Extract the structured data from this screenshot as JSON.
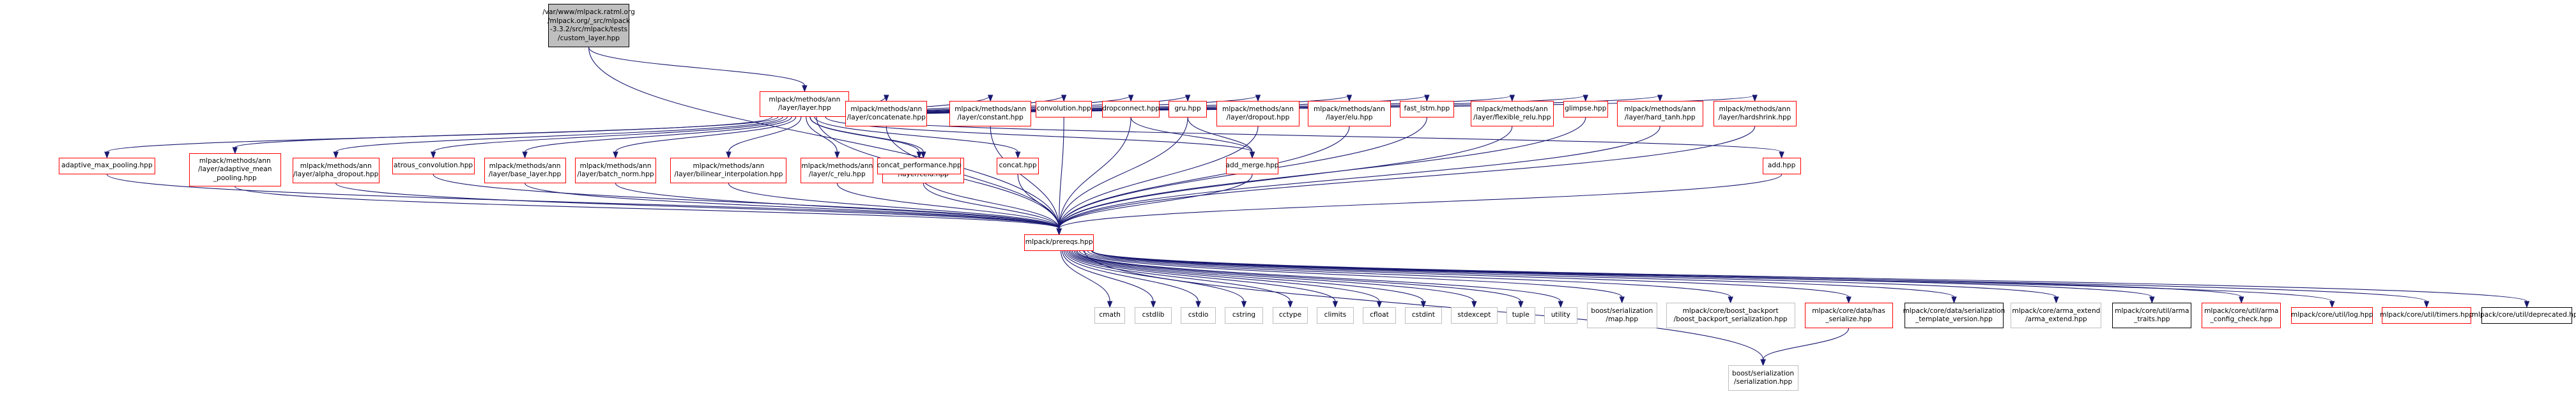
{
  "nodes": [
    {
      "id": "custom_layer",
      "lines": [
        "/var/www/mlpack.ratml.org",
        "/mlpack.org/_src/mlpack",
        "-3.3.2/src/mlpack/tests",
        "/custom_layer.hpp"
      ],
      "style": "root"
    },
    {
      "id": "layer",
      "lines": [
        "mlpack/methods/ann",
        "/layer/layer.hpp"
      ],
      "style": "red"
    },
    {
      "id": "adaptive_max_pooling",
      "lines": [
        "adaptive_max_pooling.hpp"
      ],
      "style": "red"
    },
    {
      "id": "adaptive_mean_pooling",
      "lines": [
        "mlpack/methods/ann",
        "/layer/adaptive_mean",
        "_pooling.hpp"
      ],
      "style": "red"
    },
    {
      "id": "alpha_dropout",
      "lines": [
        "mlpack/methods/ann",
        "/layer/alpha_dropout.hpp"
      ],
      "style": "red"
    },
    {
      "id": "atrous_convolution",
      "lines": [
        "atrous_convolution.hpp"
      ],
      "style": "red"
    },
    {
      "id": "base_layer",
      "lines": [
        "mlpack/methods/ann",
        "/layer/base_layer.hpp"
      ],
      "style": "red"
    },
    {
      "id": "batch_norm",
      "lines": [
        "mlpack/methods/ann",
        "/layer/batch_norm.hpp"
      ],
      "style": "red"
    },
    {
      "id": "bilinear_interpolation",
      "lines": [
        "mlpack/methods/ann",
        "/layer/bilinear_interpolation.hpp"
      ],
      "style": "red"
    },
    {
      "id": "c_relu",
      "lines": [
        "mlpack/methods/ann",
        "/layer/c_relu.hpp"
      ],
      "style": "red"
    },
    {
      "id": "celu",
      "lines": [
        "mlpack/methods/ann",
        "/layer/celu.hpp"
      ],
      "style": "red"
    },
    {
      "id": "concatenate",
      "lines": [
        "mlpack/methods/ann",
        "/layer/concatenate.hpp"
      ],
      "style": "red"
    },
    {
      "id": "concat_performance",
      "lines": [
        "concat_performance.hpp"
      ],
      "style": "red"
    },
    {
      "id": "constant",
      "lines": [
        "mlpack/methods/ann",
        "/layer/constant.hpp"
      ],
      "style": "red"
    },
    {
      "id": "concat",
      "lines": [
        "concat.hpp"
      ],
      "style": "red"
    },
    {
      "id": "convolution",
      "lines": [
        "convolution.hpp"
      ],
      "style": "red"
    },
    {
      "id": "dropconnect",
      "lines": [
        "dropconnect.hpp"
      ],
      "style": "red"
    },
    {
      "id": "gru",
      "lines": [
        "gru.hpp"
      ],
      "style": "red"
    },
    {
      "id": "add_merge",
      "lines": [
        "add_merge.hpp"
      ],
      "style": "red"
    },
    {
      "id": "dropout",
      "lines": [
        "mlpack/methods/ann",
        "/layer/dropout.hpp"
      ],
      "style": "red"
    },
    {
      "id": "elu",
      "lines": [
        "mlpack/methods/ann",
        "/layer/elu.hpp"
      ],
      "style": "red"
    },
    {
      "id": "fast_lstm",
      "lines": [
        "fast_lstm.hpp"
      ],
      "style": "red"
    },
    {
      "id": "flexible_relu",
      "lines": [
        "mlpack/methods/ann",
        "/layer/flexible_relu.hpp"
      ],
      "style": "red"
    },
    {
      "id": "glimpse",
      "lines": [
        "glimpse.hpp"
      ],
      "style": "red"
    },
    {
      "id": "hard_tanh",
      "lines": [
        "mlpack/methods/ann",
        "/layer/hard_tanh.hpp"
      ],
      "style": "red"
    },
    {
      "id": "hardshrink",
      "lines": [
        "mlpack/methods/ann",
        "/layer/hardshrink.hpp"
      ],
      "style": "red"
    },
    {
      "id": "add",
      "lines": [
        "add.hpp"
      ],
      "style": "red"
    },
    {
      "id": "prereqs",
      "lines": [
        "mlpack/prereqs.hpp"
      ],
      "style": "red"
    },
    {
      "id": "cmath",
      "lines": [
        "cmath"
      ],
      "style": "grey"
    },
    {
      "id": "cstdlib",
      "lines": [
        "cstdlib"
      ],
      "style": "grey"
    },
    {
      "id": "cstdio",
      "lines": [
        "cstdio"
      ],
      "style": "grey"
    },
    {
      "id": "cstring",
      "lines": [
        "cstring"
      ],
      "style": "grey"
    },
    {
      "id": "cctype",
      "lines": [
        "cctype"
      ],
      "style": "grey"
    },
    {
      "id": "climits",
      "lines": [
        "climits"
      ],
      "style": "grey"
    },
    {
      "id": "cfloat",
      "lines": [
        "cfloat"
      ],
      "style": "grey"
    },
    {
      "id": "cstdint",
      "lines": [
        "cstdint"
      ],
      "style": "grey"
    },
    {
      "id": "stdexcept",
      "lines": [
        "stdexcept"
      ],
      "style": "grey"
    },
    {
      "id": "tuple",
      "lines": [
        "tuple"
      ],
      "style": "grey"
    },
    {
      "id": "utility",
      "lines": [
        "utility"
      ],
      "style": "grey"
    },
    {
      "id": "boost_map",
      "lines": [
        "boost/serialization",
        "/map.hpp"
      ],
      "style": "grey"
    },
    {
      "id": "boost_backport",
      "lines": [
        "mlpack/core/boost_backport",
        "/boost_backport_serialization.hpp"
      ],
      "style": "grey"
    },
    {
      "id": "has_serialize",
      "lines": [
        "mlpack/core/data/has",
        "_serialize.hpp"
      ],
      "style": "red"
    },
    {
      "id": "serialization_template_version",
      "lines": [
        "mlpack/core/data/serialization",
        "_template_version.hpp"
      ],
      "style": "black"
    },
    {
      "id": "arma_extend",
      "lines": [
        "mlpack/core/arma_extend",
        "/arma_extend.hpp"
      ],
      "style": "grey"
    },
    {
      "id": "arma_traits",
      "lines": [
        "mlpack/core/util/arma",
        "_traits.hpp"
      ],
      "style": "black"
    },
    {
      "id": "arma_config_check",
      "lines": [
        "mlpack/core/util/arma",
        "_config_check.hpp"
      ],
      "style": "red"
    },
    {
      "id": "log",
      "lines": [
        "mlpack/core/util/log.hpp"
      ],
      "style": "red"
    },
    {
      "id": "timers",
      "lines": [
        "mlpack/core/util/timers.hpp"
      ],
      "style": "red"
    },
    {
      "id": "deprecated",
      "lines": [
        "mlpack/core/util/deprecated.hpp"
      ],
      "style": "black"
    },
    {
      "id": "boost_serialization",
      "lines": [
        "boost/serialization",
        "/serialization.hpp"
      ],
      "style": "grey"
    }
  ],
  "edges": [
    [
      "custom_layer",
      "layer"
    ],
    [
      "custom_layer",
      "prereqs"
    ],
    [
      "layer",
      "adaptive_max_pooling"
    ],
    [
      "layer",
      "adaptive_mean_pooling"
    ],
    [
      "layer",
      "alpha_dropout"
    ],
    [
      "layer",
      "atrous_convolution"
    ],
    [
      "layer",
      "base_layer"
    ],
    [
      "layer",
      "batch_norm"
    ],
    [
      "layer",
      "bilinear_interpolation"
    ],
    [
      "layer",
      "c_relu"
    ],
    [
      "layer",
      "celu"
    ],
    [
      "layer",
      "concatenate"
    ],
    [
      "layer",
      "concat_performance"
    ],
    [
      "layer",
      "constant"
    ],
    [
      "layer",
      "concat"
    ],
    [
      "layer",
      "convolution"
    ],
    [
      "layer",
      "dropconnect"
    ],
    [
      "layer",
      "gru"
    ],
    [
      "layer",
      "add_merge"
    ],
    [
      "layer",
      "dropout"
    ],
    [
      "layer",
      "elu"
    ],
    [
      "layer",
      "fast_lstm"
    ],
    [
      "layer",
      "flexible_relu"
    ],
    [
      "layer",
      "glimpse"
    ],
    [
      "layer",
      "hard_tanh"
    ],
    [
      "layer",
      "hardshrink"
    ],
    [
      "layer",
      "add"
    ],
    [
      "layer",
      "prereqs"
    ],
    [
      "adaptive_max_pooling",
      "prereqs"
    ],
    [
      "adaptive_mean_pooling",
      "prereqs"
    ],
    [
      "alpha_dropout",
      "prereqs"
    ],
    [
      "atrous_convolution",
      "prereqs"
    ],
    [
      "base_layer",
      "prereqs"
    ],
    [
      "batch_norm",
      "prereqs"
    ],
    [
      "bilinear_interpolation",
      "prereqs"
    ],
    [
      "c_relu",
      "prereqs"
    ],
    [
      "celu",
      "prereqs"
    ],
    [
      "concatenate",
      "prereqs"
    ],
    [
      "concat_performance",
      "prereqs"
    ],
    [
      "constant",
      "prereqs"
    ],
    [
      "concat",
      "prereqs"
    ],
    [
      "convolution",
      "prereqs"
    ],
    [
      "dropconnect",
      "prereqs"
    ],
    [
      "dropconnect",
      "add_merge"
    ],
    [
      "gru",
      "add_merge"
    ],
    [
      "gru",
      "prereqs"
    ],
    [
      "add_merge",
      "prereqs"
    ],
    [
      "dropout",
      "prereqs"
    ],
    [
      "elu",
      "prereqs"
    ],
    [
      "fast_lstm",
      "prereqs"
    ],
    [
      "flexible_relu",
      "prereqs"
    ],
    [
      "glimpse",
      "prereqs"
    ],
    [
      "hard_tanh",
      "prereqs"
    ],
    [
      "hardshrink",
      "prereqs"
    ],
    [
      "add",
      "prereqs"
    ],
    [
      "prereqs",
      "cmath"
    ],
    [
      "prereqs",
      "cstdlib"
    ],
    [
      "prereqs",
      "cstdio"
    ],
    [
      "prereqs",
      "cstring"
    ],
    [
      "prereqs",
      "cctype"
    ],
    [
      "prereqs",
      "climits"
    ],
    [
      "prereqs",
      "cfloat"
    ],
    [
      "prereqs",
      "cstdint"
    ],
    [
      "prereqs",
      "stdexcept"
    ],
    [
      "prereqs",
      "tuple"
    ],
    [
      "prereqs",
      "utility"
    ],
    [
      "prereqs",
      "boost_map"
    ],
    [
      "prereqs",
      "boost_backport"
    ],
    [
      "prereqs",
      "has_serialize"
    ],
    [
      "prereqs",
      "serialization_template_version"
    ],
    [
      "prereqs",
      "arma_extend"
    ],
    [
      "prereqs",
      "arma_traits"
    ],
    [
      "prereqs",
      "arma_config_check"
    ],
    [
      "prereqs",
      "log"
    ],
    [
      "prereqs",
      "timers"
    ],
    [
      "prereqs",
      "deprecated"
    ],
    [
      "prereqs",
      "boost_serialization"
    ],
    [
      "has_serialize",
      "boost_serialization"
    ]
  ],
  "colors": {
    "edge": "#191970",
    "red_border": "#ff0000",
    "grey_border": "#bfbfbf",
    "root_fill": "#bfbfbf"
  }
}
